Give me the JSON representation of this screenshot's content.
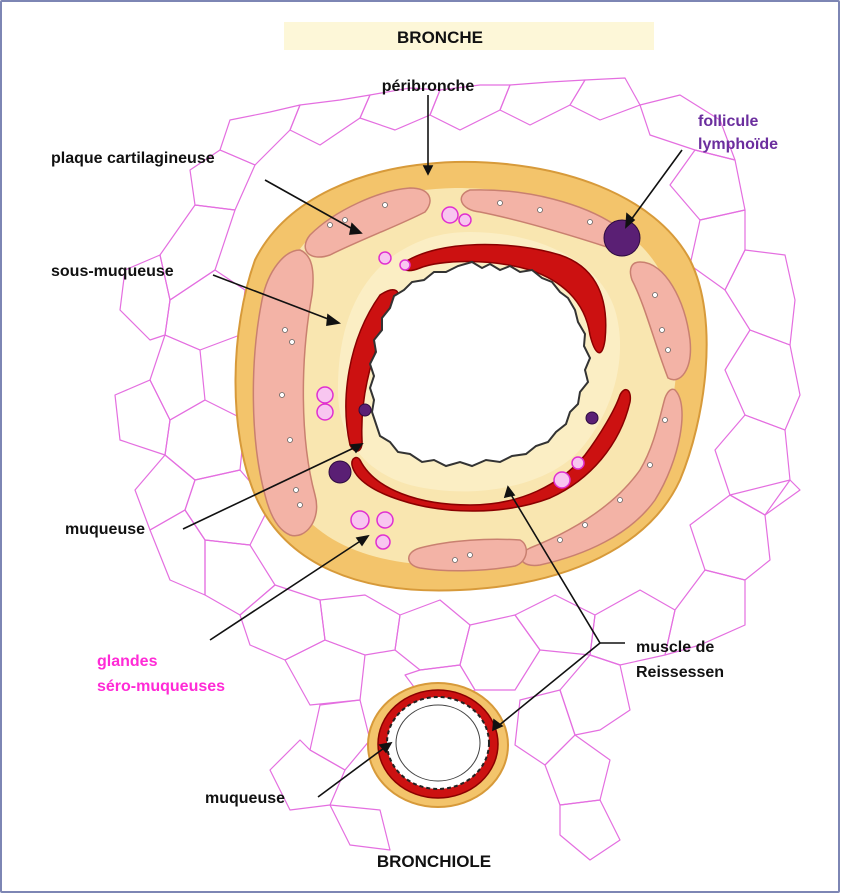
{
  "title_top": "BRONCHE",
  "title_bottom": "BRONCHIOLE",
  "labels": {
    "peribronche": "péribronche",
    "plaque": "plaque cartilagineuse",
    "sous_muqueuse": "sous-muqueuse",
    "muqueuse_bronche": "muqueuse",
    "follicule_1": "follicule",
    "follicule_2": "lymphoïde",
    "glandes_1": "glandes",
    "glandes_2": "séro-muqueuses",
    "muscle_1": "muscle de",
    "muscle_2": "Reissessen",
    "muqueuse_bronchiole": "muqueuse"
  },
  "colors": {
    "frame": "#7d86b4",
    "title_band": "#fdf7d8",
    "label_text": "#111111",
    "follicule_text": "#6b2e9e",
    "glandes_text": "#ff2bd6",
    "alveolar_lines": "#e46fe0",
    "peribronchial_tissue": "#f3c46b",
    "cartilage": "#f3b3a6",
    "cartilage_edge": "#c98070",
    "submucosa": "#f9e6b0",
    "smooth_muscle": "#cc1111",
    "lymph_follicle": "#5a1f74",
    "lumen": "#ffffff"
  }
}
